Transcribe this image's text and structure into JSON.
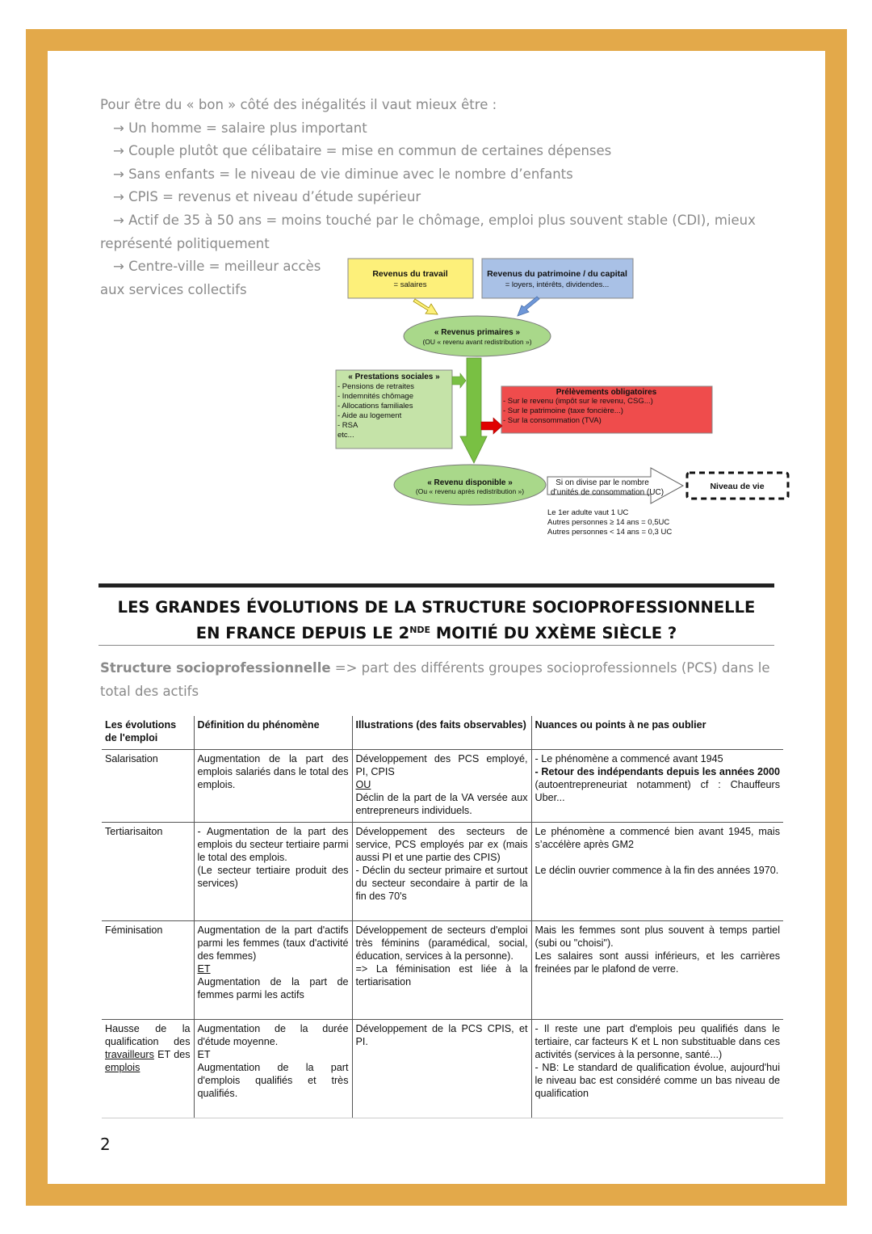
{
  "intro": {
    "lead": "Pour être du « bon » côté des inégalités il vaut mieux être :",
    "items": [
      "→ Un homme = salaire plus important",
      "→ Couple plutôt que célibataire = mise en commun de certaines dépenses",
      "→ Sans enfants = le niveau de vie diminue avec le nombre d’enfants",
      "→ CPIS = revenus et niveau d’étude supérieur",
      "→ Actif de 35 à 50 ans = moins touché par le chômage, emploi plus souvent stable (CDI), mieux",
      "représenté politiquement",
      "→ Centre-ville = meilleur accès",
      "aux services collectifs"
    ]
  },
  "diagram": {
    "travail_title": "Revenus du travail",
    "travail_sub": "= salaires",
    "patrimoine_title": "Revenus du patrimoine / du capital",
    "patrimoine_sub": "= loyers, intérêts, dividendes...",
    "primaires_title": "« Revenus primaires »",
    "primaires_sub": "(OU « revenu avant redistribution »)",
    "prestations_title": "« Prestations sociales »",
    "prestations_items": [
      "- Pensions de retraites",
      "- Indemnités chômage",
      "- Allocations familiales",
      "- Aide au logement",
      "- RSA",
      "etc..."
    ],
    "prelevements_title": "Prélèvements obligatoires",
    "prelevements_items": [
      "- Sur le revenu (impôt sur le revenu, CSG...)",
      "- Sur le patrimoine (taxe foncière...)",
      "- Sur la consommation (TVA)"
    ],
    "disponible_title": "« Revenu disponible »",
    "disponible_sub": "(Ou « revenu après redistribution »)",
    "division_line1": "Si on divise par le nombre",
    "division_line2": "d’unités de consommation (UC)",
    "niveau_vie": "Niveau de vie",
    "uc_line1": "Le 1er adulte vaut 1 UC",
    "uc_line2": "Autres personnes ≥ 14 ans = 0,5UC",
    "uc_line3": "Autres personnes < 14 ans = 0,3 UC",
    "colors": {
      "yellow": "#fdf07a",
      "blue": "#a9c1e6",
      "green_light": "#c5e3a8",
      "green": "#79c043",
      "red": "#ef4c4c",
      "ellipse": "#a9d88a"
    }
  },
  "section": {
    "title_line1": "LES GRANDES ÉVOLUTIONS DE LA STRUCTURE SOCIOPROFESSIONNELLE",
    "title_line2_a": "EN FRANCE DEPUIS LE 2",
    "title_line2_sup": "NDE",
    "title_line2_b": " MOITIÉ DU XXÈME SIÈCLE ?"
  },
  "definition": {
    "term": "Structure socioprofessionnelle",
    "text": " => part des différents groupes socioprofessionnels (PCS) dans le total des actifs"
  },
  "table": {
    "headers": [
      "Les évolutions de l'emploi",
      "Définition du phénomène",
      "Illustrations (des faits observables)",
      "Nuances ou points à ne pas oublier"
    ],
    "r1": {
      "c1": "Salarisation",
      "c2": "Augmentation de la part des emplois salariés dans le total des emplois.",
      "c3a": "Développement des PCS employé, PI, CPIS",
      "c3b": "OU",
      "c3c": "Déclin de la part de la VA versée aux entrepreneurs individuels.",
      "c4a": "- Le phénomène a commencé avant 1945",
      "c4b": "- Retour des indépendants depuis les années 2000",
      "c4c": " (autoentrepreneuriat notamment) cf : Chauffeurs Uber..."
    },
    "r2": {
      "c1": "Tertiarisaiton",
      "c2a": "- Augmentation de la part des emplois du secteur tertiaire parmi le total des emplois.",
      "c2b": "(Le secteur tertiaire produit des services)",
      "c3a": "Développement des secteurs de service, PCS employés par ex (mais aussi PI et une partie des CPIS)",
      "c3b": "- Déclin du secteur primaire et surtout du secteur secondaire à partir de la fin des 70's",
      "c4a": "Le phénomène a commencé bien avant 1945, mais s’accélère après GM2",
      "c4b": "Le déclin ouvrier commence à la fin des années 1970."
    },
    "r3": {
      "c1": "Féminisation",
      "c2a": "Augmentation de la part d'actifs parmi les femmes (taux d'activité des femmes)",
      "c2b": "ET",
      "c2c": "Augmentation de la part de femmes parmi les actifs",
      "c3a": "Développement de secteurs d'emploi très féminins (paramédical, social, éducation, services à la personne).",
      "c3b": "=> La féminisation est liée à la tertiarisation",
      "c4a": "Mais les femmes sont plus souvent à temps partiel (subi ou \"choisi\").",
      "c4b": "Les salaires sont aussi inférieurs, et les carrières freinées par le plafond de verre."
    },
    "r4": {
      "c1a": "Hausse de la qualification des ",
      "c1b": "travailleurs",
      "c1c": " ET des ",
      "c1d": "emplois",
      "c2a": "Augmentation de la durée d'étude moyenne.",
      "c2b": "ET",
      "c2c": "Augmentation de la part d'emplois qualifiés et très qualifiés.",
      "c3": "Développement de la PCS CPIS, et PI.",
      "c4a": "- Il reste une part d'emplois peu qualifiés dans le tertiaire, car facteurs K et L non substituable dans ces activités (services à la personne, santé...)",
      "c4b": "- NB: Le standard de qualification évolue, aujourd'hui le niveau bac est considéré comme un bas niveau de qualification"
    }
  },
  "page_number": "2"
}
